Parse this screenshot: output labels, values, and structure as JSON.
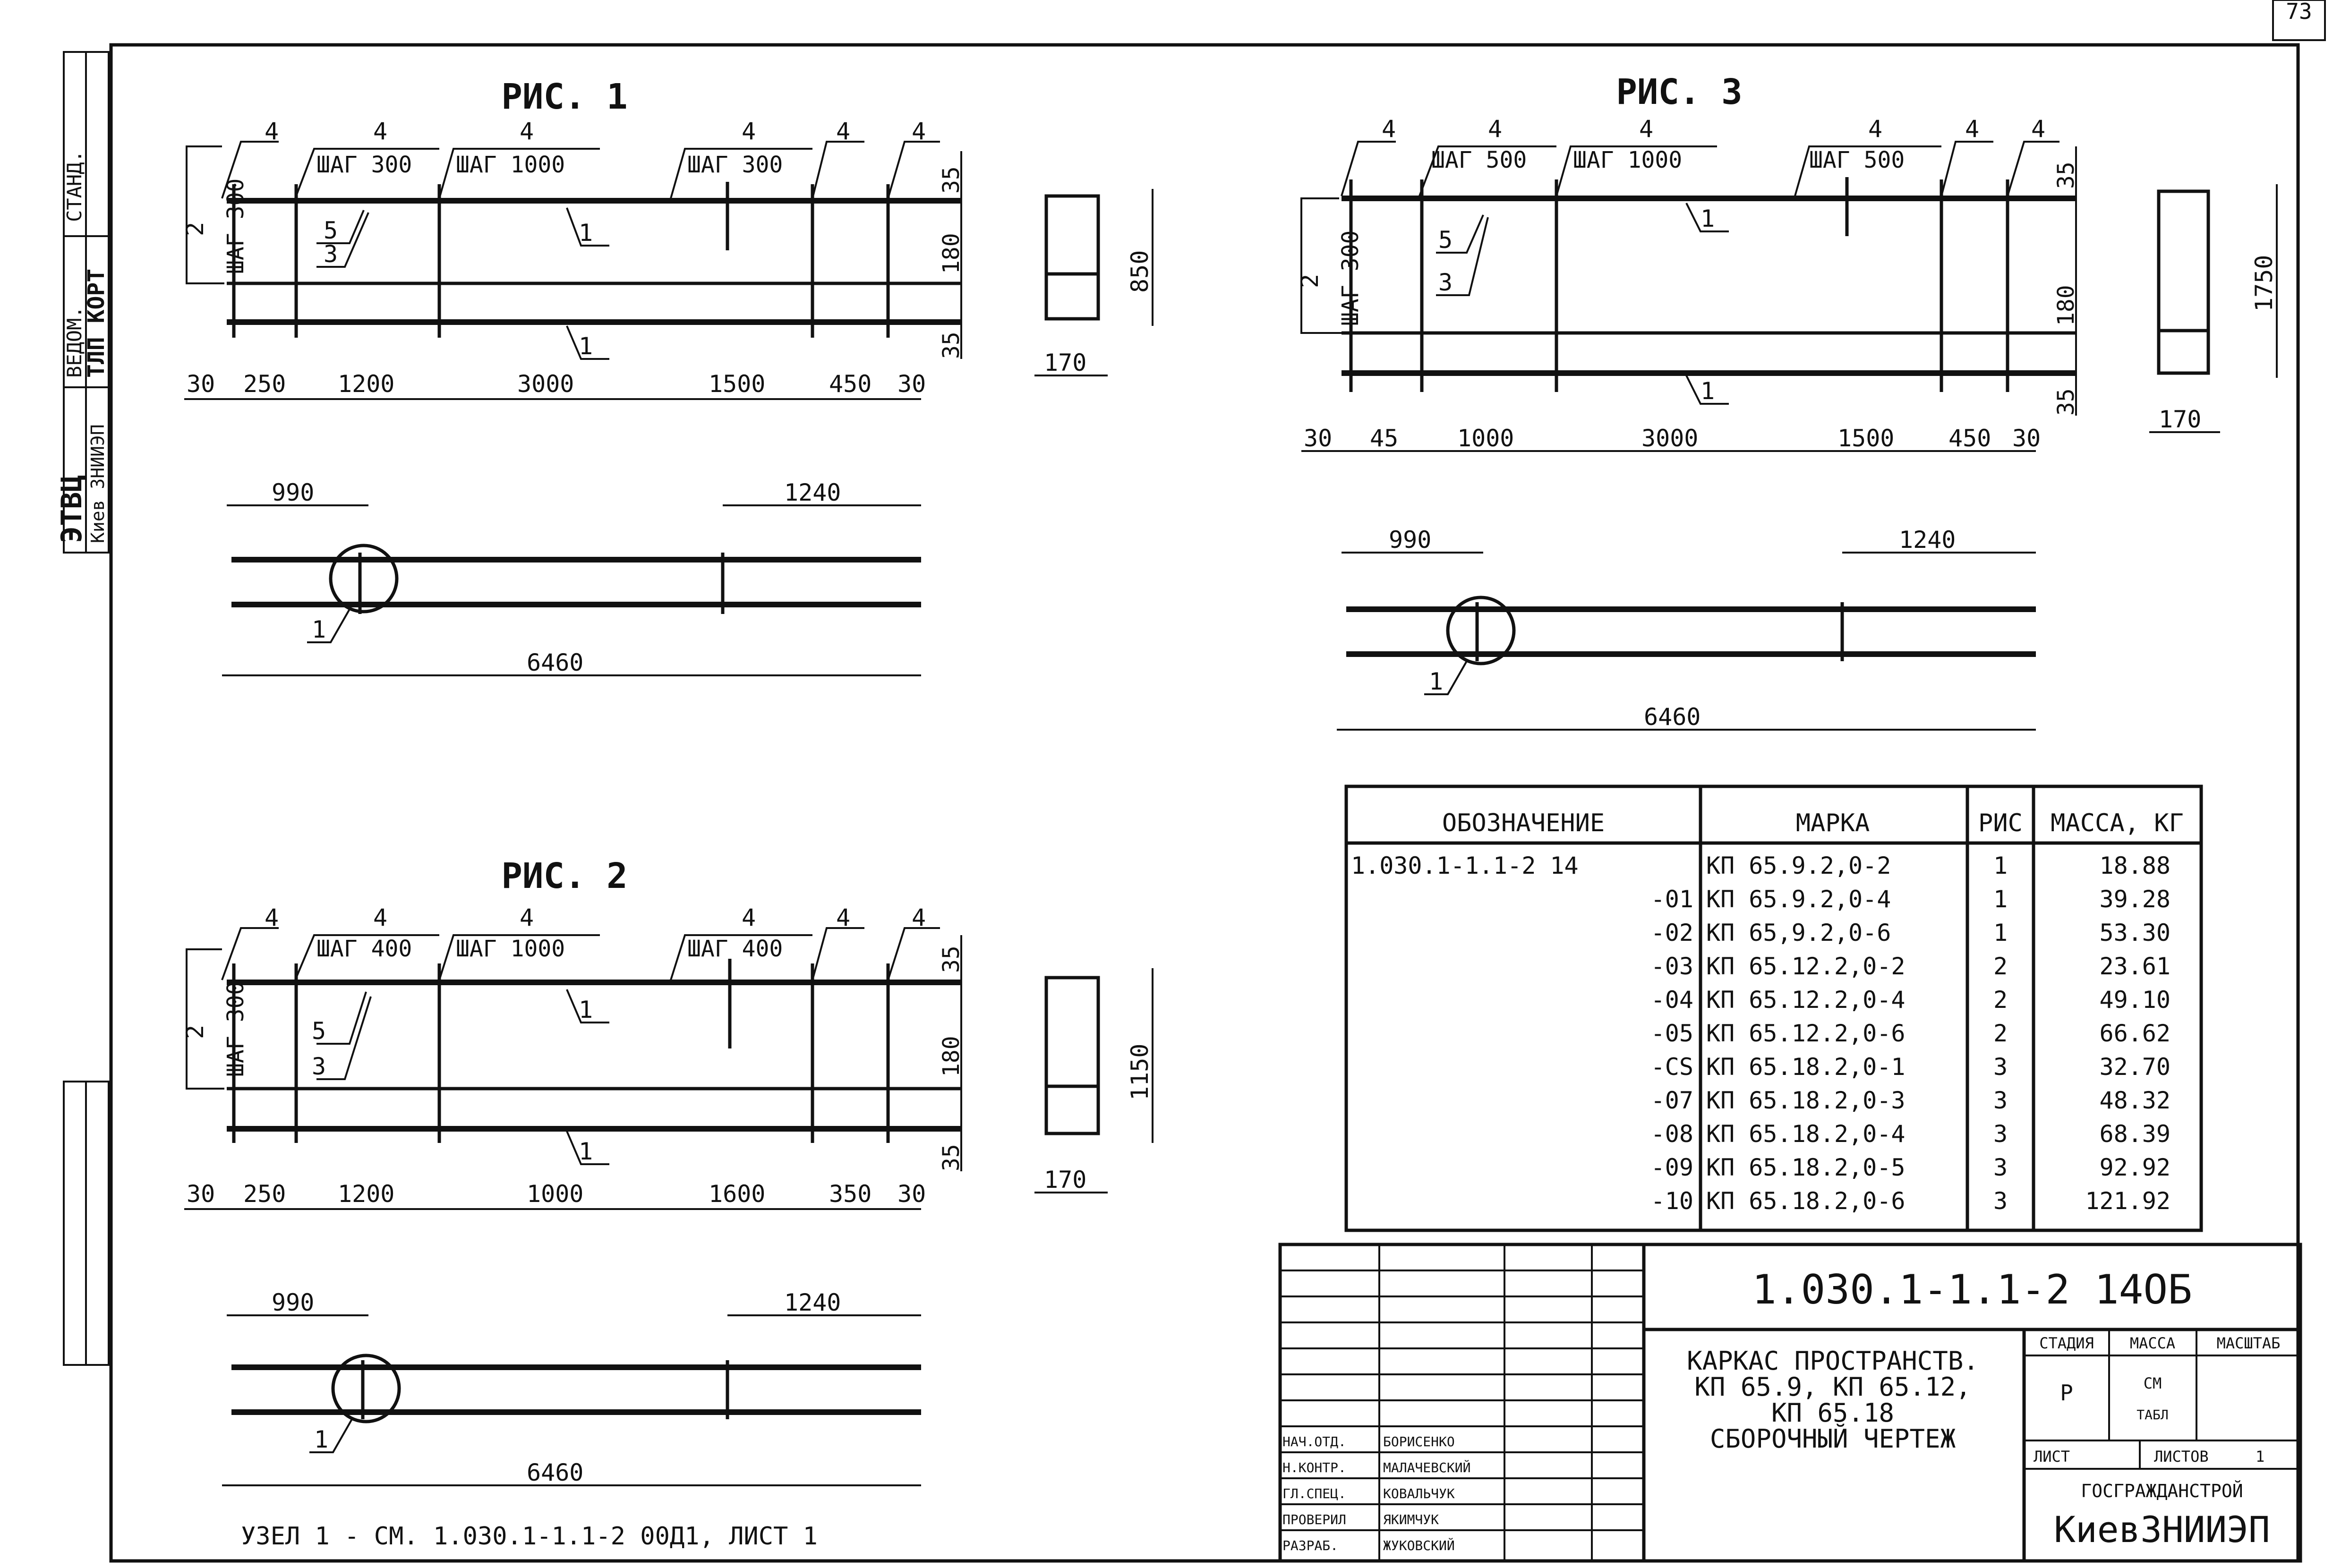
{
  "sheet": {
    "page_number": "73",
    "node_note": "УЗЕЛ 1 - СМ. 1.030.1-1.1-2 00Д1, ЛИСТ 1",
    "side_stamp": [
      "СТАНД.",
      "ВЕДОМ.",
      "ТЛП КОРТ",
      "ЭТВЦ",
      "Киев ЗНИИЭП"
    ]
  },
  "fig1": {
    "title": "РИС. 1",
    "top_labels": [
      "4",
      "4",
      "ШАГ 300",
      "4",
      "ШАГ 1000",
      "4",
      "ШАГ 300",
      "4",
      "4"
    ],
    "left_label_num": "2",
    "left_label": "ШАГ 300",
    "callouts": [
      "5",
      "3",
      "1",
      "1"
    ],
    "right_dims": [
      "35",
      "180",
      "35"
    ],
    "bottom_dims": [
      "30",
      "250",
      "1200",
      "3000",
      "1500",
      "450",
      "30"
    ],
    "section_dims": [
      "850",
      "170"
    ],
    "plan_dims": [
      "990",
      "1240",
      "6460"
    ],
    "plan_callout": "1"
  },
  "fig2": {
    "title": "РИС. 2",
    "top_labels": [
      "4",
      "4",
      "ШАГ 400",
      "4",
      "ШАГ 1000",
      "4",
      "ШАГ 400",
      "4",
      "4"
    ],
    "left_label_num": "2",
    "left_label": "ШАГ 300",
    "callouts": [
      "5",
      "3",
      "1",
      "1"
    ],
    "right_dims": [
      "35",
      "180",
      "35"
    ],
    "bottom_dims": [
      "30",
      "250",
      "1200",
      "1000",
      "1600",
      "350",
      "30"
    ],
    "section_dims": [
      "1150",
      "170"
    ],
    "plan_dims": [
      "990",
      "1240",
      "6460"
    ],
    "plan_callout": "1"
  },
  "fig3": {
    "title": "РИС. 3",
    "top_labels": [
      "4",
      "4",
      "ШАГ 500",
      "4",
      "ШАГ 1000",
      "4",
      "ШАГ 500",
      "4",
      "4"
    ],
    "left_label_num": "2",
    "left_label": "ШАГ 300",
    "callouts": [
      "5",
      "3",
      "1",
      "1"
    ],
    "right_dims": [
      "35",
      "180",
      "35"
    ],
    "bottom_dims": [
      "30",
      "45",
      "1000",
      "3000",
      "1500",
      "450",
      "30"
    ],
    "section_dims": [
      "1750",
      "170"
    ],
    "plan_dims": [
      "990",
      "1240",
      "6460"
    ],
    "plan_callout": "1"
  },
  "spec_table": {
    "headers": [
      "ОБОЗНАЧЕНИЕ",
      "МАРКА",
      "РИС",
      "МАССА, КГ"
    ],
    "rows": [
      [
        "1.030.1-1.1-2 14",
        "КП 65.9.2,0-2",
        "1",
        "18.88"
      ],
      [
        "-01",
        "КП 65.9.2,0-4",
        "1",
        "39.28"
      ],
      [
        "-02",
        "КП 65,9.2,0-6",
        "1",
        "53.30"
      ],
      [
        "-03",
        "КП 65.12.2,0-2",
        "2",
        "23.61"
      ],
      [
        "-04",
        "КП 65.12.2,0-4",
        "2",
        "49.10"
      ],
      [
        "-05",
        "КП 65.12.2,0-6",
        "2",
        "66.62"
      ],
      [
        "-CS",
        "КП 65.18.2,0-1",
        "3",
        "32.70"
      ],
      [
        "-07",
        "КП 65.18.2,0-3",
        "3",
        "48.32"
      ],
      [
        "-08",
        "КП 65.18.2,0-4",
        "3",
        "68.39"
      ],
      [
        "-09",
        "КП 65.18.2,0-5",
        "3",
        "92.92"
      ],
      [
        "-10",
        "КП 65.18.2,0-6",
        "3",
        "121.92"
      ]
    ]
  },
  "title_block": {
    "doc_code": "1.030.1-1.1-2 14ОБ",
    "title_lines": [
      "КАРКАС ПРОСТРАНСТВ.",
      "КП 65.9, КП 65.12,",
      "КП 65.18",
      "СБОРОЧНЫЙ ЧЕРТЕЖ"
    ],
    "roles": [
      {
        "role": "НАЧ.ОТД.",
        "name": "БОРИСЕНКО"
      },
      {
        "role": "Н.КОНТР.",
        "name": "МАЛАЧЕВСКИЙ"
      },
      {
        "role": "ГЛ.СПЕЦ.",
        "name": "КОВАЛЬЧУК"
      },
      {
        "role": "ПРОВЕРИЛ",
        "name": "ЯКИМЧУК"
      },
      {
        "role": "РАЗРАБ.",
        "name": "ЖУКОВСКИЙ"
      }
    ],
    "stage_header": "СТАДИЯ",
    "mass_header": "МАССА",
    "scale_header": "МАСШТАБ",
    "stage_value": "Р",
    "mass_value_1": "СМ",
    "mass_value_2": "ТАБЛ",
    "sheet_label": "ЛИСТ",
    "sheets_label": "ЛИСТОВ",
    "sheets_value": "1",
    "org_1": "ГОСГРАЖДАНСТРОЙ",
    "org_2": "КиевЗНИИЭП"
  }
}
